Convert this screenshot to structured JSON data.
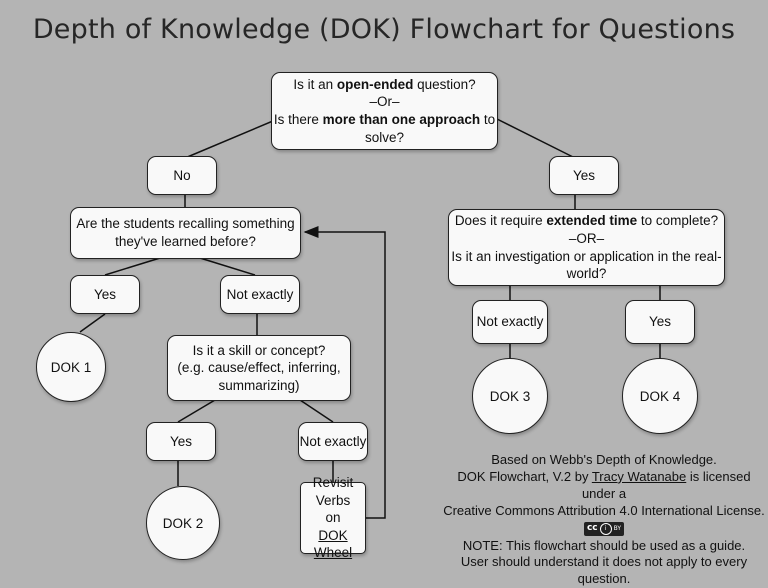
{
  "title": "Depth of Knowledge (DOK) Flowchart for Questions",
  "top": {
    "l1a": "Is it an ",
    "l1b": "open-ended",
    "l1c": " question?",
    "l2": "–Or–",
    "l3a": "Is there ",
    "l3b": "more than one approach",
    "l3c": " to solve?"
  },
  "left": {
    "no": "No",
    "recall_1": "Are the students recalling something",
    "recall_2": "they've learned before?",
    "yes": "Yes",
    "not_exactly": "Not exactly",
    "dok1": "DOK 1",
    "skill_1": "Is it a skill or concept?",
    "skill_2": "(e.g. cause/effect, inferring,",
    "skill_3": "summarizing)",
    "yes2": "Yes",
    "not_exactly2": "Not exactly",
    "dok2": "DOK 2",
    "revisit_1": "Revisit Verbs",
    "revisit_2": "on",
    "revisit_3": "DOK Wheel"
  },
  "right": {
    "yes": "Yes",
    "ext_1a": "Does it require ",
    "ext_1b": "extended time",
    "ext_1c": " to complete?",
    "ext_2": "–OR–",
    "ext_3": "Is it an investigation or application in the real-world?",
    "not_exactly": "Not exactly",
    "yes2": "Yes",
    "dok3": "DOK 3",
    "dok4": "DOK 4"
  },
  "footer": {
    "line1": "Based on Webb's Depth of Knowledge.",
    "line2a": "DOK Flowchart, V.2 by ",
    "line2b": "Tracy Watanabe",
    "line2c": " is licensed under a",
    "line3": "Creative Commons Attribution 4.0 International License.",
    "badge": "cc",
    "badge_sub": "BY",
    "note1": "NOTE: This flowchart should be used as a guide.",
    "note2": "User should understand it does not apply to every question."
  }
}
